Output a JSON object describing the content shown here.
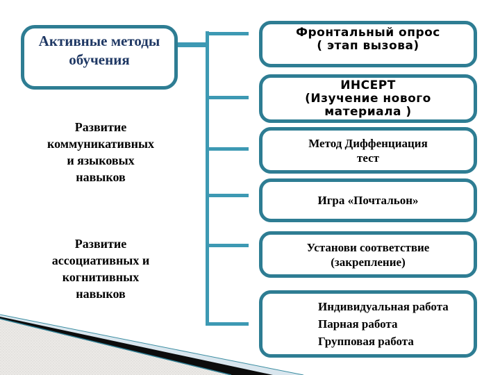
{
  "title": {
    "text": "Активные методы\nобучения"
  },
  "left_notes": [
    {
      "text": "Развитие\nкоммуникативных\nи языковых\nнавыков"
    },
    {
      "text": "Развитие\nассоциативных и\nкогнитивных\nнавыков"
    }
  ],
  "methods": [
    {
      "text": "Фронтальный опрос\n( этап вызова)",
      "style": "sans"
    },
    {
      "text": "ИНСЕРТ\n(Изучение нового\nматериала )",
      "style": "sans"
    },
    {
      "text": "Метод Диффенциация\nтест",
      "style": "serif"
    },
    {
      "text": "Игра «Почтальон»",
      "style": "serif"
    },
    {
      "text": "Установи соответствие\n(закрепление)",
      "style": "serif"
    },
    {
      "text": "Индивидуальная работа\nПарная работа\nГрупповая работа",
      "style": "serif"
    }
  ],
  "colors": {
    "box_border": "#2E7D93",
    "connector": "#3D99B3",
    "title_text": "#1F3864",
    "body_text": "#000000",
    "corner_pale_blue": "#D9E6EE",
    "corner_black": "#0C0C0C",
    "corner_gray": "#ECEAE7"
  }
}
